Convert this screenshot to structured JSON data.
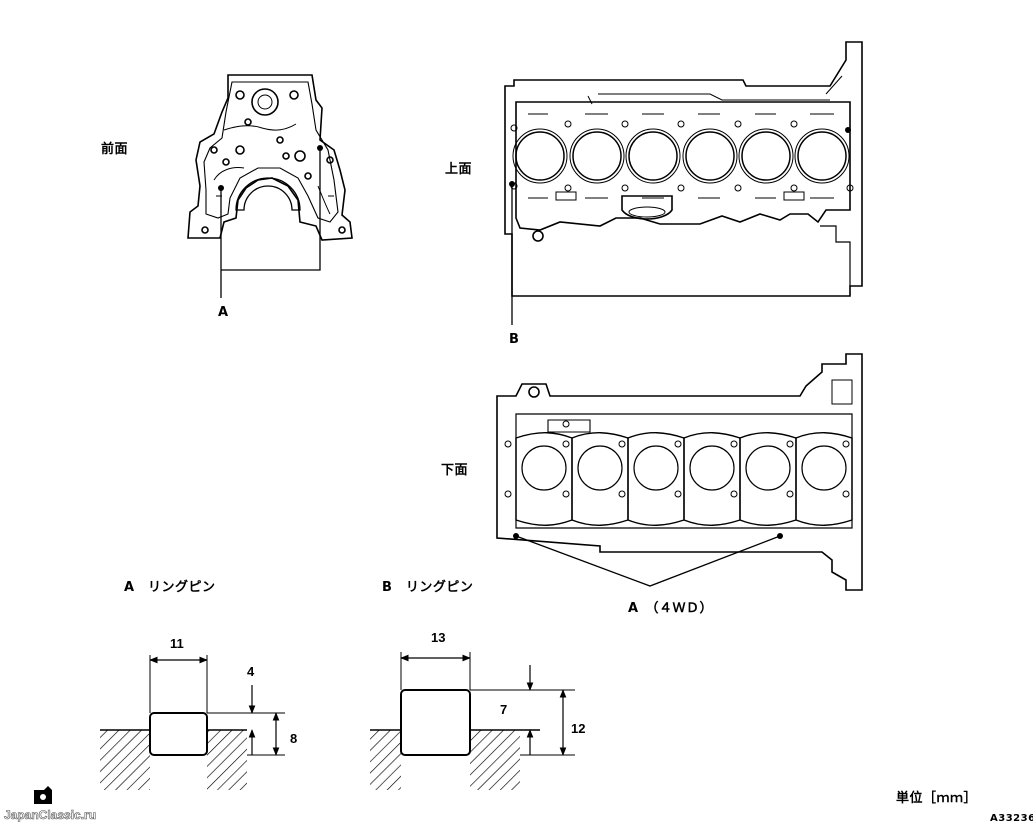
{
  "views": {
    "front": "前面",
    "top": "上面",
    "bottom": "下面"
  },
  "callouts": {
    "a_front": "A",
    "b_top": "B",
    "a_bottom": "A　（４ＷＤ）"
  },
  "pins": {
    "a": {
      "title": "A　リングピン",
      "width": "11",
      "protrusion": "4",
      "depth": "8"
    },
    "b": {
      "title": "B　リングピン",
      "width": "13",
      "protrusion": "7",
      "depth": "12"
    }
  },
  "unit": "単位［ｍｍ］",
  "figure_id": "A33236",
  "watermark": "JapanClassic.ru"
}
